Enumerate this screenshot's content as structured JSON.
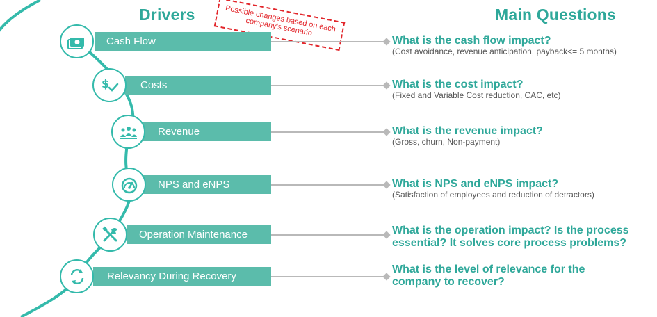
{
  "headers": {
    "drivers": "Drivers",
    "questions": "Main Questions"
  },
  "stamp": {
    "text": "Possible changes based on each company's scenario"
  },
  "drivers": [
    {
      "label": "Cash Flow",
      "icon": "cash-icon",
      "question": "What is the cash flow impact?",
      "detail": "(Cost avoidance, revenue anticipation, payback<= 5 months)"
    },
    {
      "label": "Costs",
      "icon": "dollar-check-icon",
      "question": "What is the cost impact?",
      "detail": "(Fixed and Variable Cost reduction, CAC, etc)"
    },
    {
      "label": "Revenue",
      "icon": "people-icon",
      "question": "What is the revenue impact?",
      "detail": "(Gross, churn, Non-payment)"
    },
    {
      "label": "NPS and eNPS",
      "icon": "gauge-icon",
      "question": "What is NPS and eNPS impact?",
      "detail": "(Satisfaction of employees and reduction of detractors)"
    },
    {
      "label": "Operation Maintenance",
      "icon": "tools-icon",
      "question": "What is the operation impact? Is the process essential? It solves core process problems?",
      "detail": ""
    },
    {
      "label": "Relevancy During Recovery",
      "icon": "recycle-icon",
      "question": "What is the level of relevance for the company to recover?",
      "detail": ""
    }
  ],
  "colors": {
    "teal": "#5bbcab",
    "heading": "#2fa89a",
    "stamp": "#e2262b",
    "connector": "#b9b9b9"
  }
}
